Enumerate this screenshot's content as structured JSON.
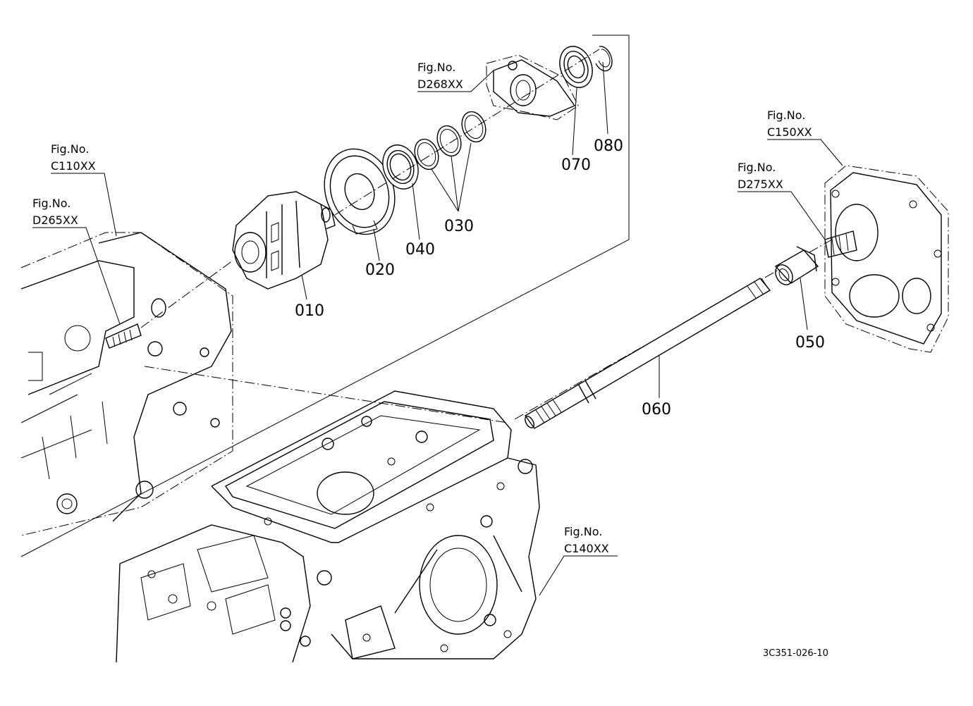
{
  "figure_refs": [
    {
      "id": "c110",
      "label": "Fig.No.",
      "code": "C110XX"
    },
    {
      "id": "d265",
      "label": "Fig.No.",
      "code": "D265XX"
    },
    {
      "id": "d268",
      "label": "Fig.No.",
      "code": "D268XX"
    },
    {
      "id": "c150",
      "label": "Fig.No.",
      "code": "C150XX"
    },
    {
      "id": "d275",
      "label": "Fig.No.",
      "code": "D275XX"
    },
    {
      "id": "c140",
      "label": "Fig.No.",
      "code": "C140XX"
    }
  ],
  "parts": {
    "p010": "010",
    "p020": "020",
    "p030": "030",
    "p040": "040",
    "p050": "050",
    "p060": "060",
    "p070": "070",
    "p080": "080"
  },
  "diagram_code": "3C351-026-10"
}
